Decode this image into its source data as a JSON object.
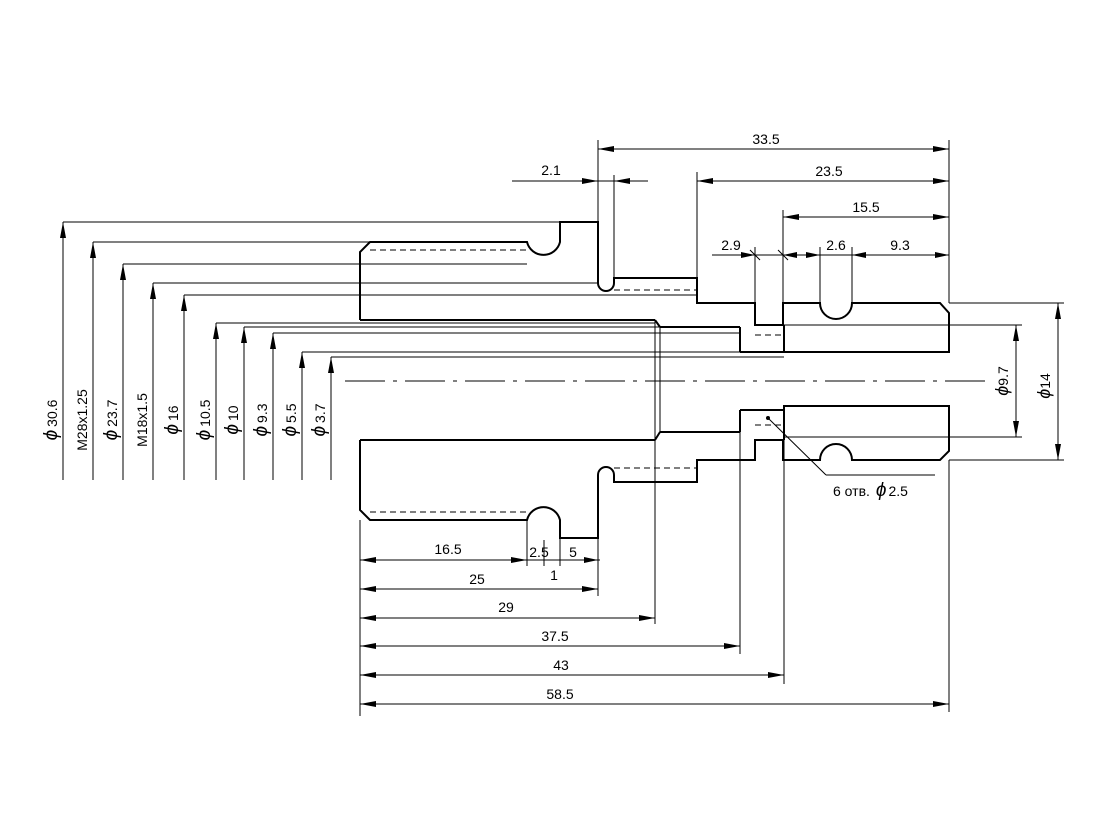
{
  "colors": {
    "line": "#000000",
    "background": "#ffffff"
  },
  "left_dims": [
    {
      "sym": "ϕ",
      "val": "30.6"
    },
    {
      "sym": "",
      "val": "M28x1.25"
    },
    {
      "sym": "ϕ",
      "val": "23.7"
    },
    {
      "sym": "",
      "val": "M18x1.5"
    },
    {
      "sym": "ϕ",
      "val": "16"
    },
    {
      "sym": "ϕ",
      "val": "10.5"
    },
    {
      "sym": "ϕ",
      "val": "10"
    },
    {
      "sym": "ϕ",
      "val": "9.3"
    },
    {
      "sym": "ϕ",
      "val": "5.5"
    },
    {
      "sym": "ϕ",
      "val": "3.7"
    }
  ],
  "top_dims": {
    "d33_5": "33.5",
    "d23_5": "23.5",
    "d15_5": "15.5",
    "d2_1": "2.1",
    "d2_9": "2.9",
    "d2_6": "2.6",
    "d9_3": "9.3"
  },
  "bottom_dims": {
    "d16_5": "16.5",
    "d2_5": "2.5",
    "d5": "5",
    "d1": "1",
    "d25": "25",
    "d29": "29",
    "d37_5": "37.5",
    "d43": "43",
    "d58_5": "58.5"
  },
  "right_dims": {
    "phi": "ϕ",
    "d9_7": "9.7",
    "d14": "14"
  },
  "holes_note": {
    "text": "6 отв.",
    "phi": "ϕ",
    "val": "2.5"
  }
}
